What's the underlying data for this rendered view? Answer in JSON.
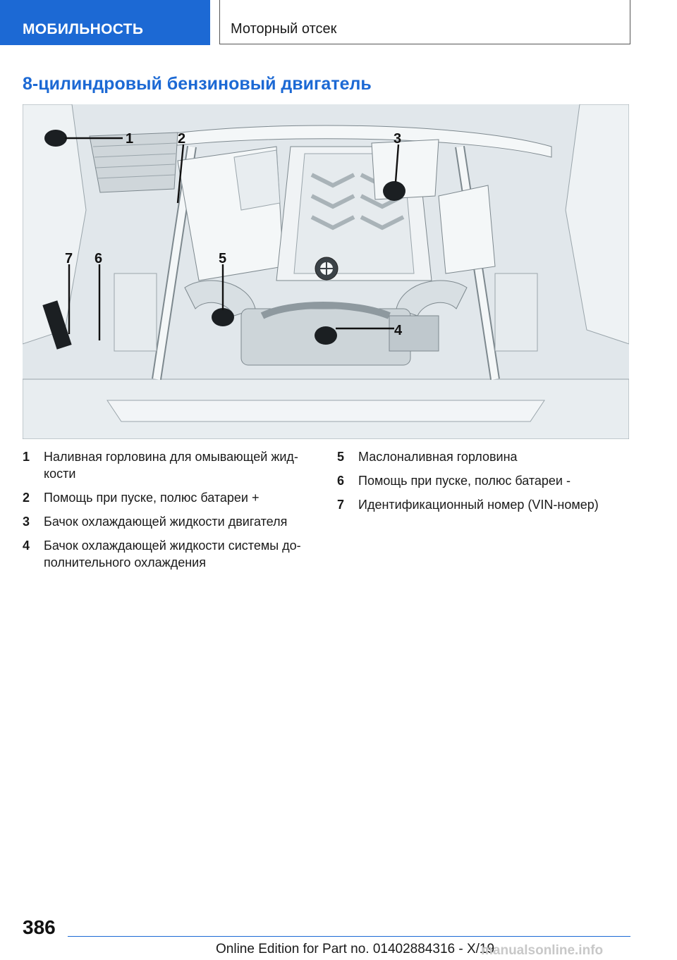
{
  "header": {
    "section": "МОБИЛЬНОСТЬ",
    "chapter": "Моторный отсек"
  },
  "title": "8-цилиндровый бензиновый двигатель",
  "figure": {
    "callouts": [
      "1",
      "2",
      "3",
      "4",
      "5",
      "6",
      "7"
    ]
  },
  "legend": {
    "col1": [
      {
        "num": "1",
        "text": "Наливная горловина для омывающей жид-кости"
      },
      {
        "num": "2",
        "text": "Помощь при пуске, полюс батареи +"
      },
      {
        "num": "3",
        "text": "Бачок охлаждающей жидкости двигателя"
      },
      {
        "num": "4",
        "text": "Бачок охлаждающей жидкости системы до-полнительного охлаждения"
      }
    ],
    "col2": [
      {
        "num": "5",
        "text": "Маслоналивная горловина"
      },
      {
        "num": "6",
        "text": "Помощь при пуске, полюс батареи -"
      },
      {
        "num": "7",
        "text": "Идентификационный номер (VIN-номер)"
      }
    ]
  },
  "footer": {
    "page_number": "386",
    "edition": "Online Edition for Part no. 01402884316 - X/19",
    "site": "manualsonline.info"
  }
}
